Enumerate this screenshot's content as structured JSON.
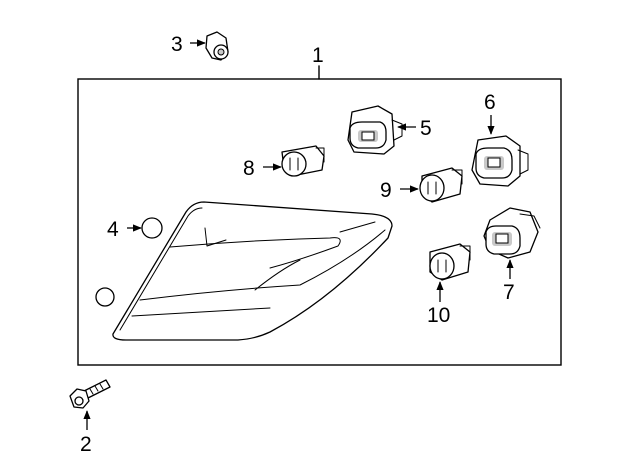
{
  "callouts": [
    {
      "id": "1",
      "text": "1"
    },
    {
      "id": "2",
      "text": "2"
    },
    {
      "id": "3",
      "text": "3"
    },
    {
      "id": "4",
      "text": "4"
    },
    {
      "id": "5",
      "text": "5"
    },
    {
      "id": "6",
      "text": "6"
    },
    {
      "id": "7",
      "text": "7"
    },
    {
      "id": "8",
      "text": "8"
    },
    {
      "id": "9",
      "text": "9"
    },
    {
      "id": "10",
      "text": "10"
    }
  ],
  "colors": {
    "line": "#000000",
    "background": "#ffffff",
    "shade": "#c9c9c9"
  }
}
